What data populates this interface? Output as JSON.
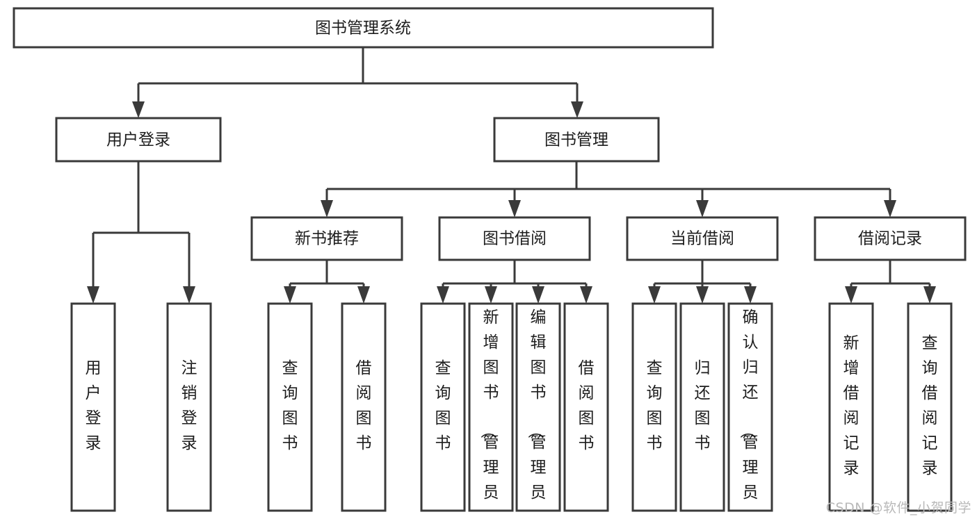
{
  "diagram": {
    "title": "图书管理系统",
    "type": "tree-hierarchy",
    "root": {
      "id": "root",
      "label": "图书管理系统"
    },
    "level2": [
      {
        "id": "user-login",
        "label": "用户登录"
      },
      {
        "id": "book-management",
        "label": "图书管理"
      }
    ],
    "level3": [
      {
        "id": "new-book-recommend",
        "label": "新书推荐",
        "parent": "book-management"
      },
      {
        "id": "book-borrow",
        "label": "图书借阅",
        "parent": "book-management"
      },
      {
        "id": "current-borrow",
        "label": "当前借阅",
        "parent": "book-management"
      },
      {
        "id": "borrow-record",
        "label": "借阅记录",
        "parent": "book-management"
      }
    ],
    "leaves": [
      {
        "id": "leaf-user-login",
        "label": "用户登录",
        "parent": "user-login"
      },
      {
        "id": "leaf-logout-login",
        "label": "注销登录",
        "parent": "user-login"
      },
      {
        "id": "leaf-query-book-1",
        "label": "查询图书",
        "parent": "new-book-recommend"
      },
      {
        "id": "leaf-borrow-book-1",
        "label": "借阅图书",
        "parent": "new-book-recommend"
      },
      {
        "id": "leaf-query-book-2",
        "label": "查询图书",
        "parent": "book-borrow"
      },
      {
        "id": "leaf-add-book",
        "label": "新增图书（管理员）",
        "parent": "book-borrow"
      },
      {
        "id": "leaf-edit-book",
        "label": "编辑图书（管理员）",
        "parent": "book-borrow"
      },
      {
        "id": "leaf-borrow-book-2",
        "label": "借阅图书",
        "parent": "book-borrow"
      },
      {
        "id": "leaf-query-book-3",
        "label": "查询图书",
        "parent": "current-borrow"
      },
      {
        "id": "leaf-return-book",
        "label": "归还图书",
        "parent": "current-borrow"
      },
      {
        "id": "leaf-confirm-return",
        "label": "确认归还（管理员）",
        "parent": "current-borrow"
      },
      {
        "id": "leaf-add-record",
        "label": "新增借阅记录",
        "parent": "borrow-record"
      },
      {
        "id": "leaf-query-record",
        "label": "查询借阅记录",
        "parent": "borrow-record"
      }
    ],
    "colors": {
      "stroke": "#3a3a3a",
      "fill": "#ffffff",
      "text": "#1d1d1d",
      "watermark": "#b9b9b9"
    }
  },
  "watermark": {
    "text": "CSDN @软件_小贺同学"
  }
}
